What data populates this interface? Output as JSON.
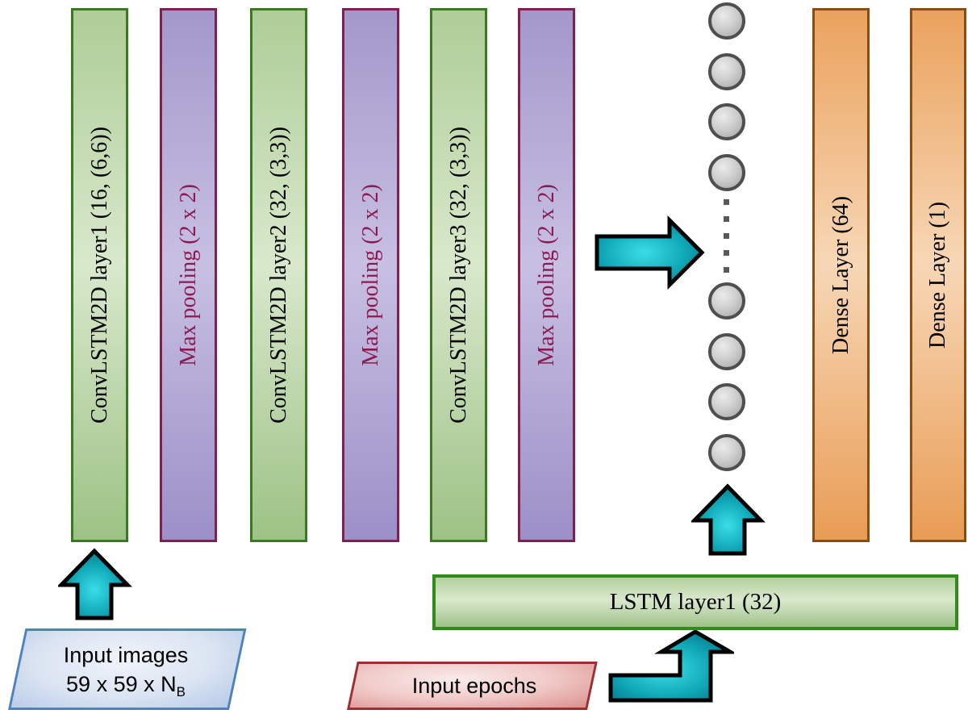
{
  "layers": {
    "vertical_bars": [
      {
        "id": "convlstm1",
        "label": "ConvLSTM2D layer1 (16, (6,6))"
      },
      {
        "id": "maxpool1",
        "label": "Max pooling (2 x 2)"
      },
      {
        "id": "convlstm2",
        "label": "ConvLSTM2D layer2 (32, (3,3))"
      },
      {
        "id": "maxpool2",
        "label": "Max pooling (2 x 2)"
      },
      {
        "id": "convlstm3",
        "label": "ConvLSTM2D layer3 (32, (3,3))"
      },
      {
        "id": "maxpool3",
        "label": "Max pooling (2 x 2)"
      },
      {
        "id": "dense64",
        "label": "Dense Layer (64)"
      },
      {
        "id": "dense1",
        "label": "Dense Layer (1)"
      }
    ],
    "lstm_bar": {
      "label": "LSTM layer1 (32)"
    },
    "lstm_nodes": {
      "circle_count": 8,
      "ellipsis_dot_count": 5
    }
  },
  "inputs": {
    "images": {
      "line1": "Input images",
      "line2": "59 x 59 x N",
      "line2_subscript": "B"
    },
    "epochs": {
      "label": "Input epochs"
    }
  },
  "colors": {
    "conv_border": "#3a7a1e",
    "conv_fill_mid": "#d9e8cc",
    "pool_border": "#7d2153",
    "pool_text": "#8c1a50",
    "pool_fill_mid": "#c8c0e3",
    "dense_border": "#8c4b10",
    "dense_fill_mid": "#f7d7b6",
    "lstm_border": "#2f8c1b",
    "node_border": "#4f4f4f",
    "node_fill": "#cfcfcf",
    "arrow_fill_center": "#3bdde9",
    "arrow_fill_edge": "#027285",
    "arrow_outline": "#000000",
    "input_images_border": "#4f81bd",
    "input_epochs_border": "#9c2f34",
    "text": "#000000",
    "background": "#ffffff"
  }
}
